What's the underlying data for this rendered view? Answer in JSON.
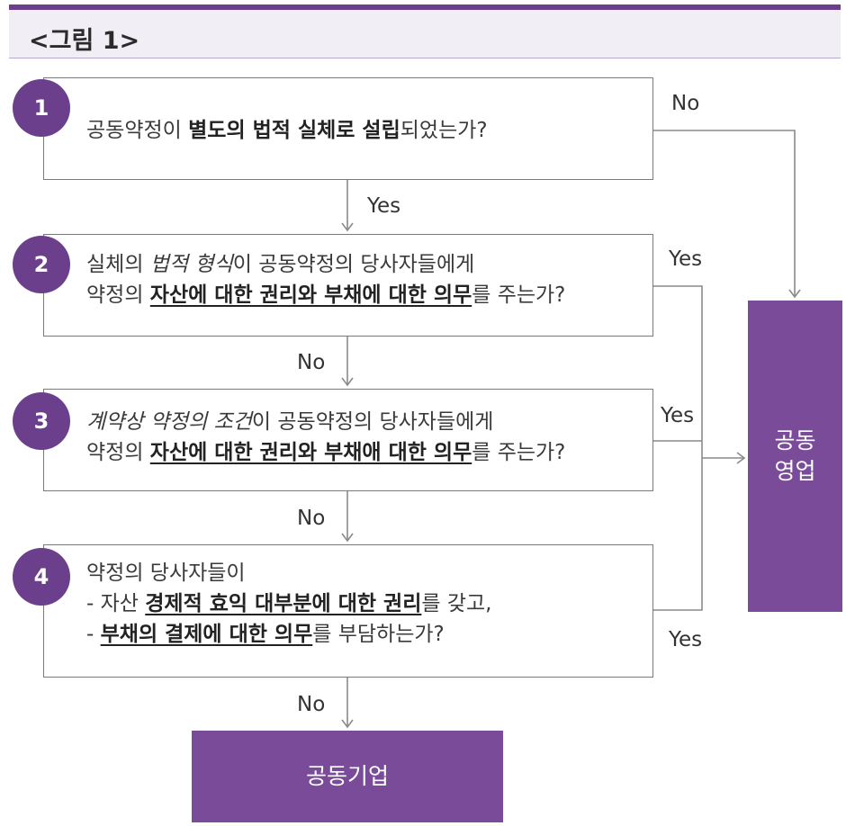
{
  "title": "<그림 1>",
  "steps": [
    {
      "num": "1",
      "lines": [
        [
          "공동약정이 ",
          "별도의 법적 실체로 설립",
          "되었는가?"
        ]
      ]
    },
    {
      "num": "2",
      "lines": [
        [
          "실체의 ",
          "법적 형식",
          "이 공동약정의 당사자들에게"
        ],
        [
          "약정의 ",
          "자산에 대한 권리와 부채에 대한 의무",
          "를 주는가?"
        ]
      ]
    },
    {
      "num": "3",
      "lines": [
        [
          "",
          "계약상 약정의 조건",
          "이 공동약정의 당사자들에게"
        ],
        [
          "약정의 ",
          "자산에 대한 권리와 부채애 대한 의무",
          "를 주는가?"
        ]
      ]
    },
    {
      "num": "4",
      "lines": [
        [
          "약정의 당사자들이",
          "",
          ""
        ],
        [
          "- 자산 ",
          "경제적 효익 대부분에 대한 권리",
          "를 갖고,"
        ],
        [
          "- ",
          "부채의 결제에 대한 의무",
          "를 부담하는가?"
        ]
      ]
    }
  ],
  "labels": {
    "no_1": "No",
    "yes_1": "Yes",
    "yes_2": "Yes",
    "no_2": "No",
    "yes_3": "Yes",
    "no_3": "No",
    "yes_4": "Yes",
    "no_4": "No"
  },
  "outcomes": {
    "joint_operation": [
      "공동",
      "영업"
    ],
    "joint_venture": "공동기업"
  },
  "colors": {
    "accent": "#6b3f8c",
    "outcome_fill": "#7a4b98",
    "line": "#8a8a8a",
    "title_bg": "#f1eef5"
  }
}
